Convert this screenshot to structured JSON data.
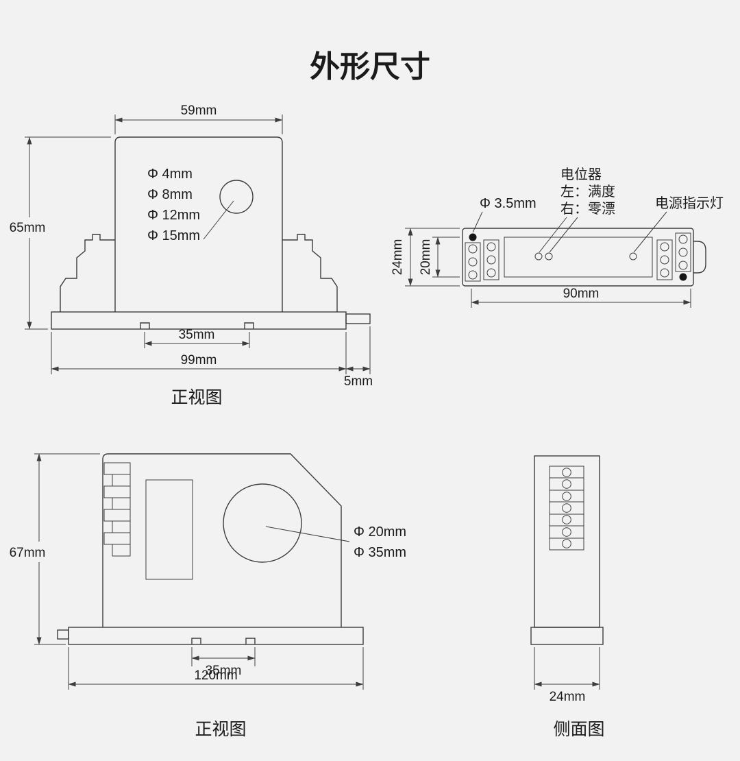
{
  "page": {
    "title": "外形尺寸"
  },
  "front_view_1": {
    "caption": "正视图",
    "hole_sizes": [
      "Φ 4mm",
      "Φ 8mm",
      "Φ 12mm",
      "Φ 15mm"
    ],
    "dims": {
      "top_width": "59mm",
      "height": "65mm",
      "slot": "35mm",
      "base_width": "99mm",
      "clip": "5mm"
    }
  },
  "top_view": {
    "hole_dim": "Φ 3.5mm",
    "potentiometer": {
      "title": "电位器",
      "left": "左：满度",
      "right": "右：零漂"
    },
    "power_led": "电源指示灯",
    "dims": {
      "height": "24mm",
      "inner_height": "20mm",
      "length": "90mm"
    }
  },
  "front_view_2": {
    "caption": "正视图",
    "hole_sizes": [
      "Φ 20mm",
      "Φ 35mm"
    ],
    "dims": {
      "height": "67mm",
      "slot": "35mm",
      "base_width": "120mm"
    }
  },
  "side_view": {
    "caption": "侧面图",
    "dims": {
      "width": "24mm"
    }
  }
}
